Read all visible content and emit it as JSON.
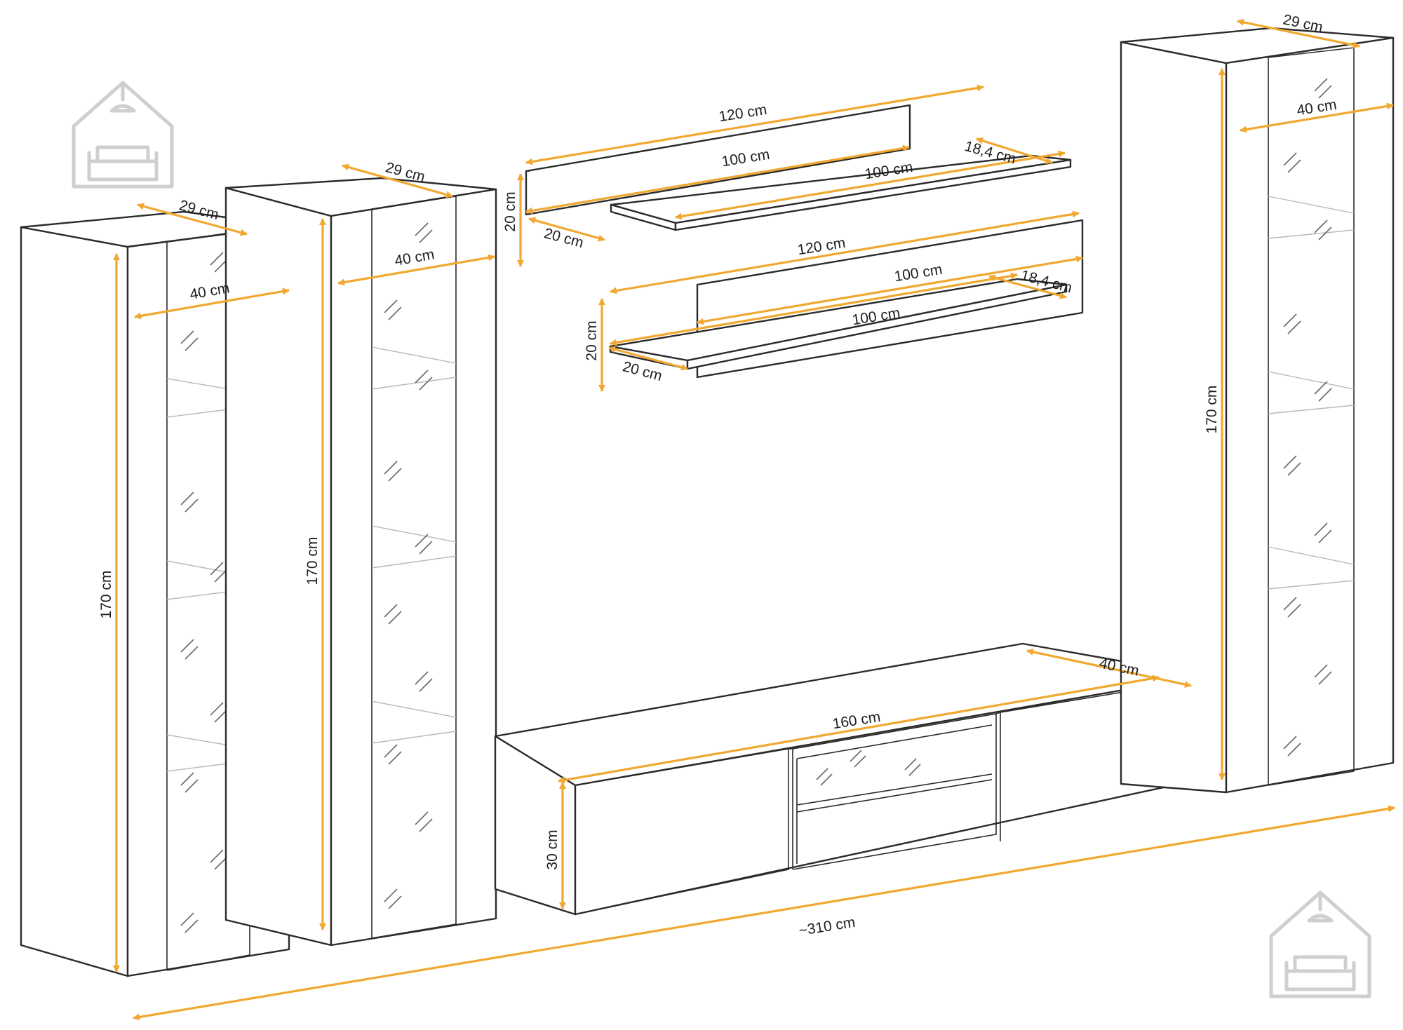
{
  "colors": {
    "outline": "#2b2b2b",
    "dimension_line": "#f0a830",
    "label": "#1e1e1e",
    "logo": "#cfcfcf"
  },
  "icons": [
    "house-sofa-logo-icon"
  ],
  "labels": {
    "cab1_depth": "29 cm",
    "cab1_width": "40 cm",
    "cab1_height": "170 cm",
    "cab2_depth": "29 cm",
    "cab2_width": "40 cm",
    "cab2_height": "170 cm",
    "shelf_top_back_width": "120 cm",
    "shelf_top_height": "20 cm",
    "shelf_top_depth": "20 cm",
    "shelf_top_board_width": "100 cm",
    "shelf_top_board_width_2": "100 cm",
    "shelf_top_board_depth": "18,4 cm",
    "shelf_bottom_back_width": "120 cm",
    "shelf_bottom_board_width": "100 cm",
    "shelf_bottom_board_width_2": "100 cm",
    "shelf_bottom_board_depth": "18,4 cm",
    "shelf_bottom_height": "20 cm",
    "shelf_bottom_depth": "20 cm",
    "tv_width": "160 cm",
    "tv_depth": "40 cm",
    "tv_height": "30 cm",
    "cab3_depth": "29 cm",
    "cab3_width": "40 cm",
    "cab3_height": "170 cm",
    "total_width": "~310 cm"
  }
}
